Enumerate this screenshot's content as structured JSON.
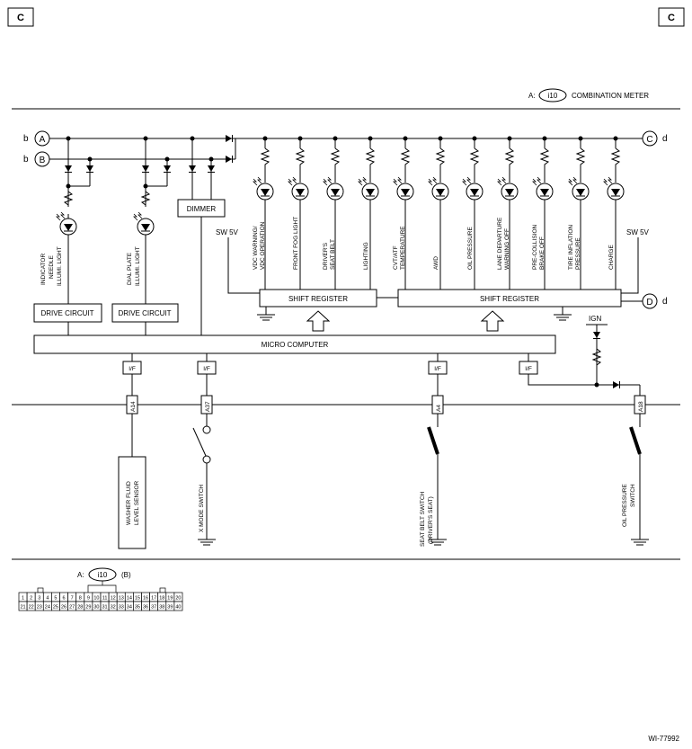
{
  "corners": {
    "left": "C",
    "right": "C"
  },
  "header": {
    "prefix": "A:",
    "connector": "i10",
    "title": "COMBINATION METER"
  },
  "terminals": {
    "a": "A",
    "b": "B",
    "c": "C",
    "d": "D",
    "b_label": "b",
    "d_label": "d"
  },
  "power": {
    "sw_left": "SW 5V",
    "sw_right": "SW 5V",
    "ign": "IGN"
  },
  "illum": [
    {
      "line1": "INDICATOR",
      "line2": "NEEDLE",
      "line3": "ILLUMI. LIGHT"
    },
    {
      "line1": "DIAL PLATE",
      "line2": "ILLUMI. LIGHT"
    }
  ],
  "blocks": {
    "dimmer": "DIMMER",
    "drive_circuit_1": "DRIVE CIRCUIT",
    "drive_circuit_2": "DRIVE CIRCUIT",
    "shift_register_1": "SHIFT REGISTER",
    "shift_register_2": "SHIFT REGISTER",
    "micro_computer": "MICRO COMPUTER"
  },
  "lamps": [
    {
      "line1": "VDC WARNING/",
      "line2": "VDC OPERATION"
    },
    {
      "line1": "FRONT FOG LIGHT",
      "line2": ""
    },
    {
      "line1": "DRIVER'S",
      "line2": "SEAT BELT"
    },
    {
      "line1": "LIGHTING",
      "line2": ""
    },
    {
      "line1": "CVT/ATF",
      "line2": "TEMPERATURE"
    },
    {
      "line1": "AWD",
      "line2": ""
    },
    {
      "line1": "OIL PRESSURE",
      "line2": ""
    },
    {
      "line1": "LANE DEPARTURE",
      "line2": "WARNING OFF"
    },
    {
      "line1": "PRE-COLLISION",
      "line2": "BRAKE OFF"
    },
    {
      "line1": "TIRE INFLATION",
      "line2": "PRESSURE"
    },
    {
      "line1": "CHARGE",
      "line2": ""
    }
  ],
  "interfaces": [
    "I/F",
    "I/F",
    "I/F",
    "I/F"
  ],
  "pins": [
    "A14",
    "A37",
    "A4",
    "A18"
  ],
  "devices": {
    "washer": {
      "line1": "WASHER FLUID",
      "line2": "LEVEL SENSOR"
    },
    "xmode": {
      "line1": "X MODE SWITCH"
    },
    "seatbelt": {
      "line1": "SEAT BELT SWITCH",
      "line2": "(DRIVER'S SEAT)"
    },
    "oil": {
      "line1": "OIL PRESSURE",
      "line2": "SWITCH"
    }
  },
  "connector_legend": {
    "prefix": "A:",
    "connector": "i10",
    "suffix": "(B)",
    "row1": [
      "1",
      "2",
      "3",
      "4",
      "5",
      "6",
      "7",
      "8",
      "9",
      "10",
      "11",
      "12",
      "13",
      "14",
      "15",
      "16",
      "17",
      "18",
      "19",
      "20"
    ],
    "row2": [
      "21",
      "22",
      "23",
      "24",
      "25",
      "26",
      "27",
      "28",
      "29",
      "30",
      "31",
      "32",
      "33",
      "34",
      "35",
      "36",
      "37",
      "38",
      "39",
      "40"
    ]
  },
  "figure_id": "WI-77992"
}
